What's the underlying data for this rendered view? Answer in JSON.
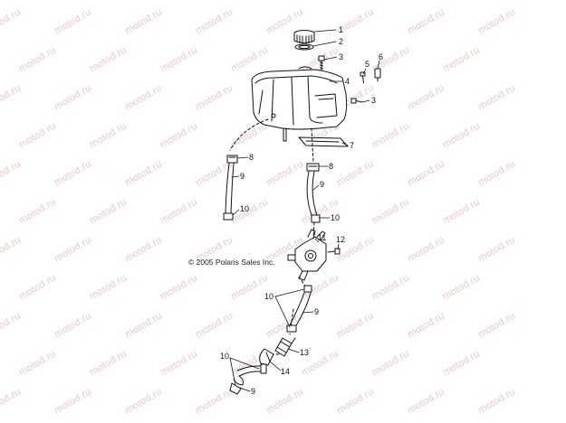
{
  "watermark": {
    "text": "motod.ru",
    "color": "#e7c9c9"
  },
  "copyright": "© 2005 Polaris Sales Inc.",
  "callouts": {
    "c1": "1",
    "c2": "2",
    "c3a": "3",
    "c3b": "3",
    "c4": "4",
    "c5": "5",
    "c6": "6",
    "c7": "7",
    "c8a": "8",
    "c8b": "8",
    "c9a": "9",
    "c9b": "9",
    "c9c": "9",
    "c9d": "9",
    "c10a": "10",
    "c10b": "10",
    "c10c": "10",
    "c10d": "10",
    "c11": "11",
    "c12": "12",
    "c13": "13",
    "c14": "14"
  }
}
